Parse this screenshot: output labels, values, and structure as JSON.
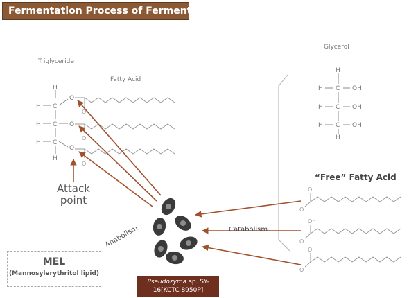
{
  "title": "Fermentation Process of Fermentoil",
  "labels": {
    "triglyceride": "Triglyceride",
    "fatty_acid": "Fatty Acid",
    "glycerol": "Glycerol",
    "attack_line1": "Attack",
    "attack_line2": "point",
    "free_fatty_acid": "“Free” Fatty Acid",
    "catabolism": "Catabolism",
    "anabolism": "Anabolism"
  },
  "mel": {
    "title": "MEL",
    "subtitle": "(Mannosylerythritol lipid)"
  },
  "organism": {
    "genus": "Pseudozyma",
    "strain_line1": " sp. SY-",
    "strain_line2": "16[KCTC 8950P]"
  },
  "chem_atoms": {
    "H": "H",
    "C": "C",
    "O": "O",
    "OH": "OH",
    "O_minus": "O⁻"
  },
  "colors": {
    "title_bg": "#8b5a34",
    "arrow": "#a0522d",
    "organism_bg": "#6e2f1f",
    "structure": "#888888",
    "cell_outer": "#3a3a3a",
    "cell_inner": "#8c8c8c"
  }
}
